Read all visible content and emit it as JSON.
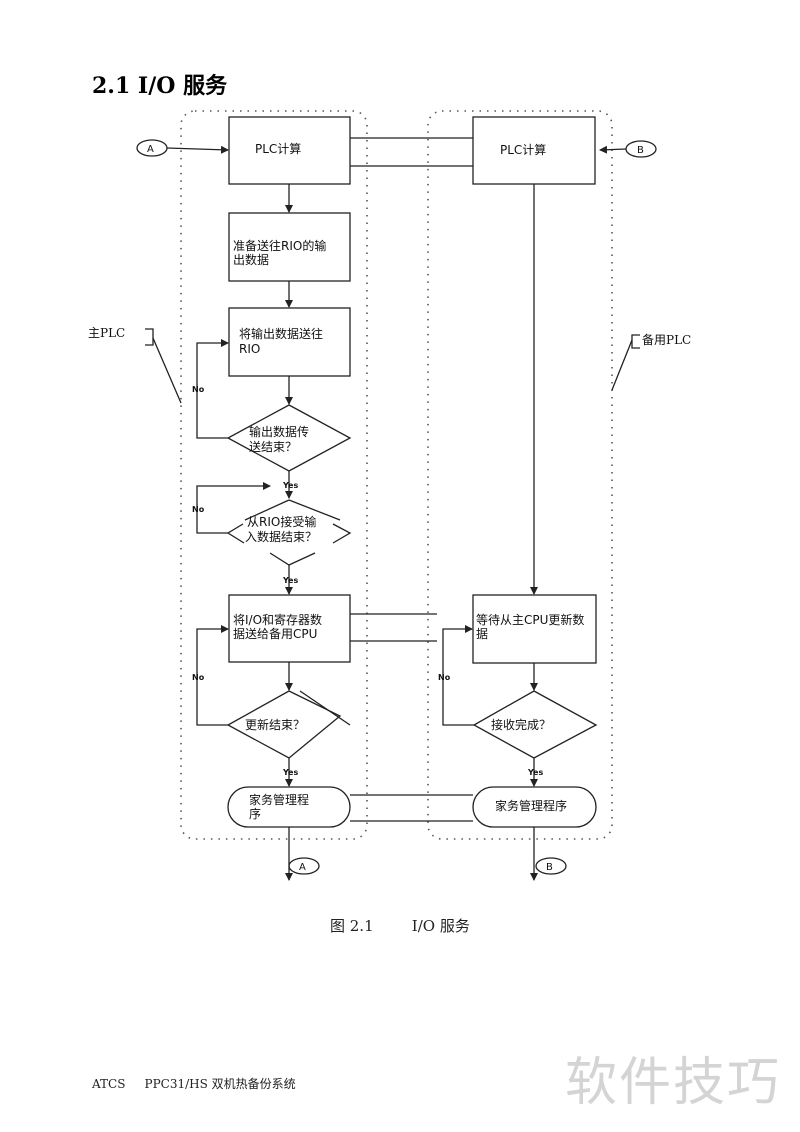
{
  "section": {
    "title": "2.1 I/O 服务"
  },
  "diagram": {
    "group_labels": {
      "main": "主PLC",
      "backup": "备用PLC"
    },
    "connectors": {
      "a": "A",
      "b": "B"
    },
    "main_nodes": {
      "plc_calc": "PLC计算",
      "prepare_output": [
        "准备送往RIO的输",
        "出数据"
      ],
      "send_output": [
        "将输出数据送往",
        "RIO"
      ],
      "output_done": [
        "输出数据传",
        "送结束？"
      ],
      "receive_input": [
        "从RIO接受输",
        "入数据结束？"
      ],
      "send_to_backup": [
        "将I/O和寄存器数",
        "据送给备用CPU"
      ],
      "update_done": "更新结束？",
      "housekeeping": [
        "家务管理程",
        "序"
      ]
    },
    "backup_nodes": {
      "plc_calc": "PLC计算",
      "wait_update": [
        "等待从主CPU更新数",
        "据"
      ],
      "receive_done": "接收完成？",
      "housekeeping": "家务管理程序"
    },
    "branch_labels": {
      "yes": "Yes",
      "no": "No"
    }
  },
  "caption": {
    "figure_number": "图 2.1",
    "figure_title": "I/O 服务"
  },
  "footer": {
    "org": "ATCS",
    "system": "PPC31/HS 双机热备份系统"
  },
  "watermark": "软件技巧"
}
